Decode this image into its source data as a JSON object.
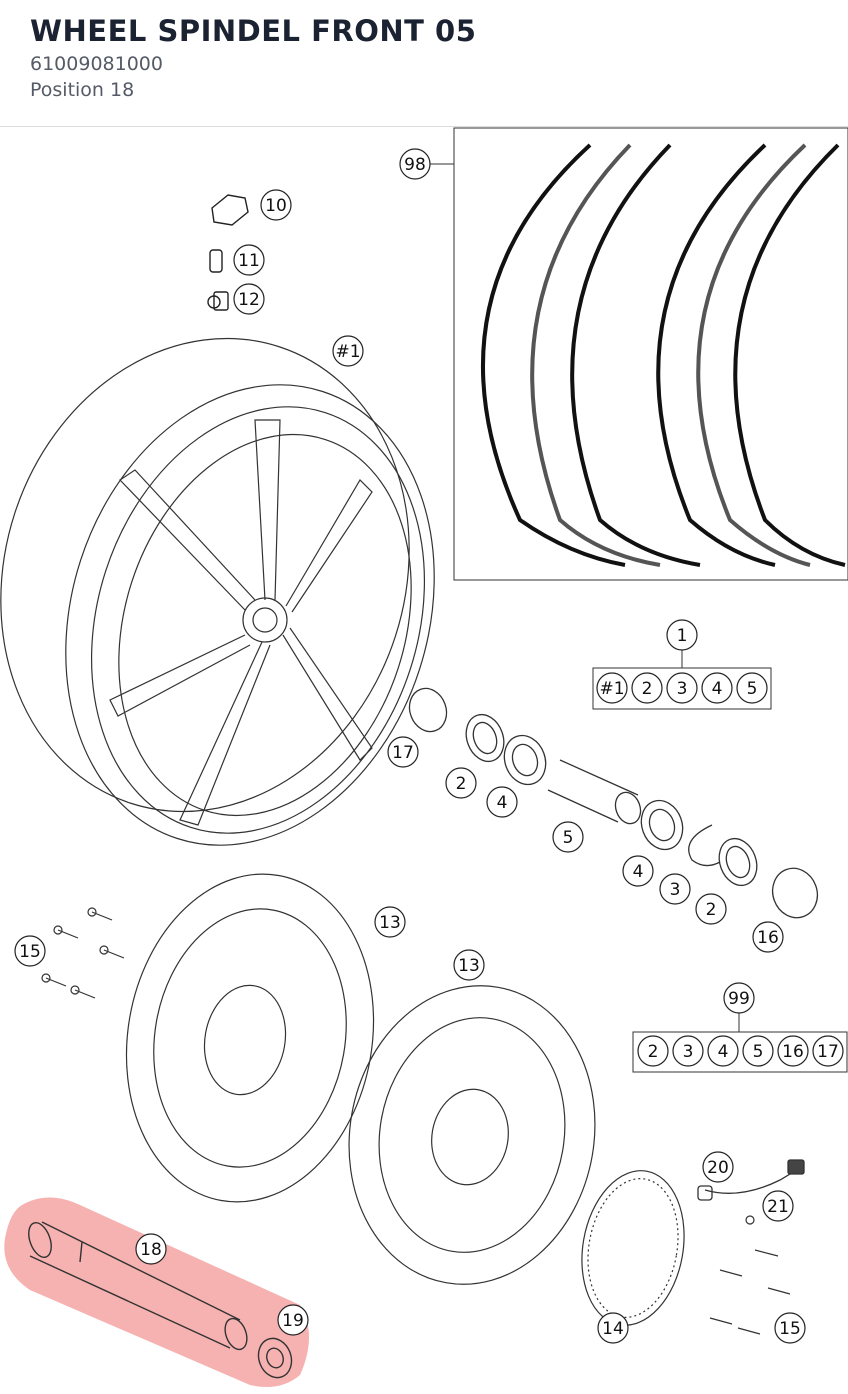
{
  "header": {
    "title": "WHEEL SPINDEL FRONT 05",
    "part_number": "61009081000",
    "position": "Position 18"
  },
  "highlight_color": "#f4a3a3",
  "callouts": [
    {
      "id": "c98",
      "label": "98"
    },
    {
      "id": "c10",
      "label": "10"
    },
    {
      "id": "c11",
      "label": "11"
    },
    {
      "id": "c12",
      "label": "12"
    },
    {
      "id": "cw1",
      "label": "#1"
    },
    {
      "id": "c1",
      "label": "1"
    },
    {
      "id": "c17a",
      "label": "17"
    },
    {
      "id": "c2a",
      "label": "2"
    },
    {
      "id": "c4a",
      "label": "4"
    },
    {
      "id": "c5",
      "label": "5"
    },
    {
      "id": "c4b",
      "label": "4"
    },
    {
      "id": "c3",
      "label": "3"
    },
    {
      "id": "c2b",
      "label": "2"
    },
    {
      "id": "c16",
      "label": "16"
    },
    {
      "id": "c15a",
      "label": "15"
    },
    {
      "id": "c13a",
      "label": "13"
    },
    {
      "id": "c13b",
      "label": "13"
    },
    {
      "id": "c99",
      "label": "99"
    },
    {
      "id": "c20",
      "label": "20"
    },
    {
      "id": "c21",
      "label": "21"
    },
    {
      "id": "c18",
      "label": "18"
    },
    {
      "id": "c19",
      "label": "19"
    },
    {
      "id": "c14",
      "label": "14"
    },
    {
      "id": "c15b",
      "label": "15"
    }
  ],
  "kit_1": {
    "label": "1",
    "items": [
      "#1",
      "2",
      "3",
      "4",
      "5"
    ]
  },
  "kit_99": {
    "label": "99",
    "items": [
      "2",
      "3",
      "4",
      "5",
      "16",
      "17"
    ]
  }
}
